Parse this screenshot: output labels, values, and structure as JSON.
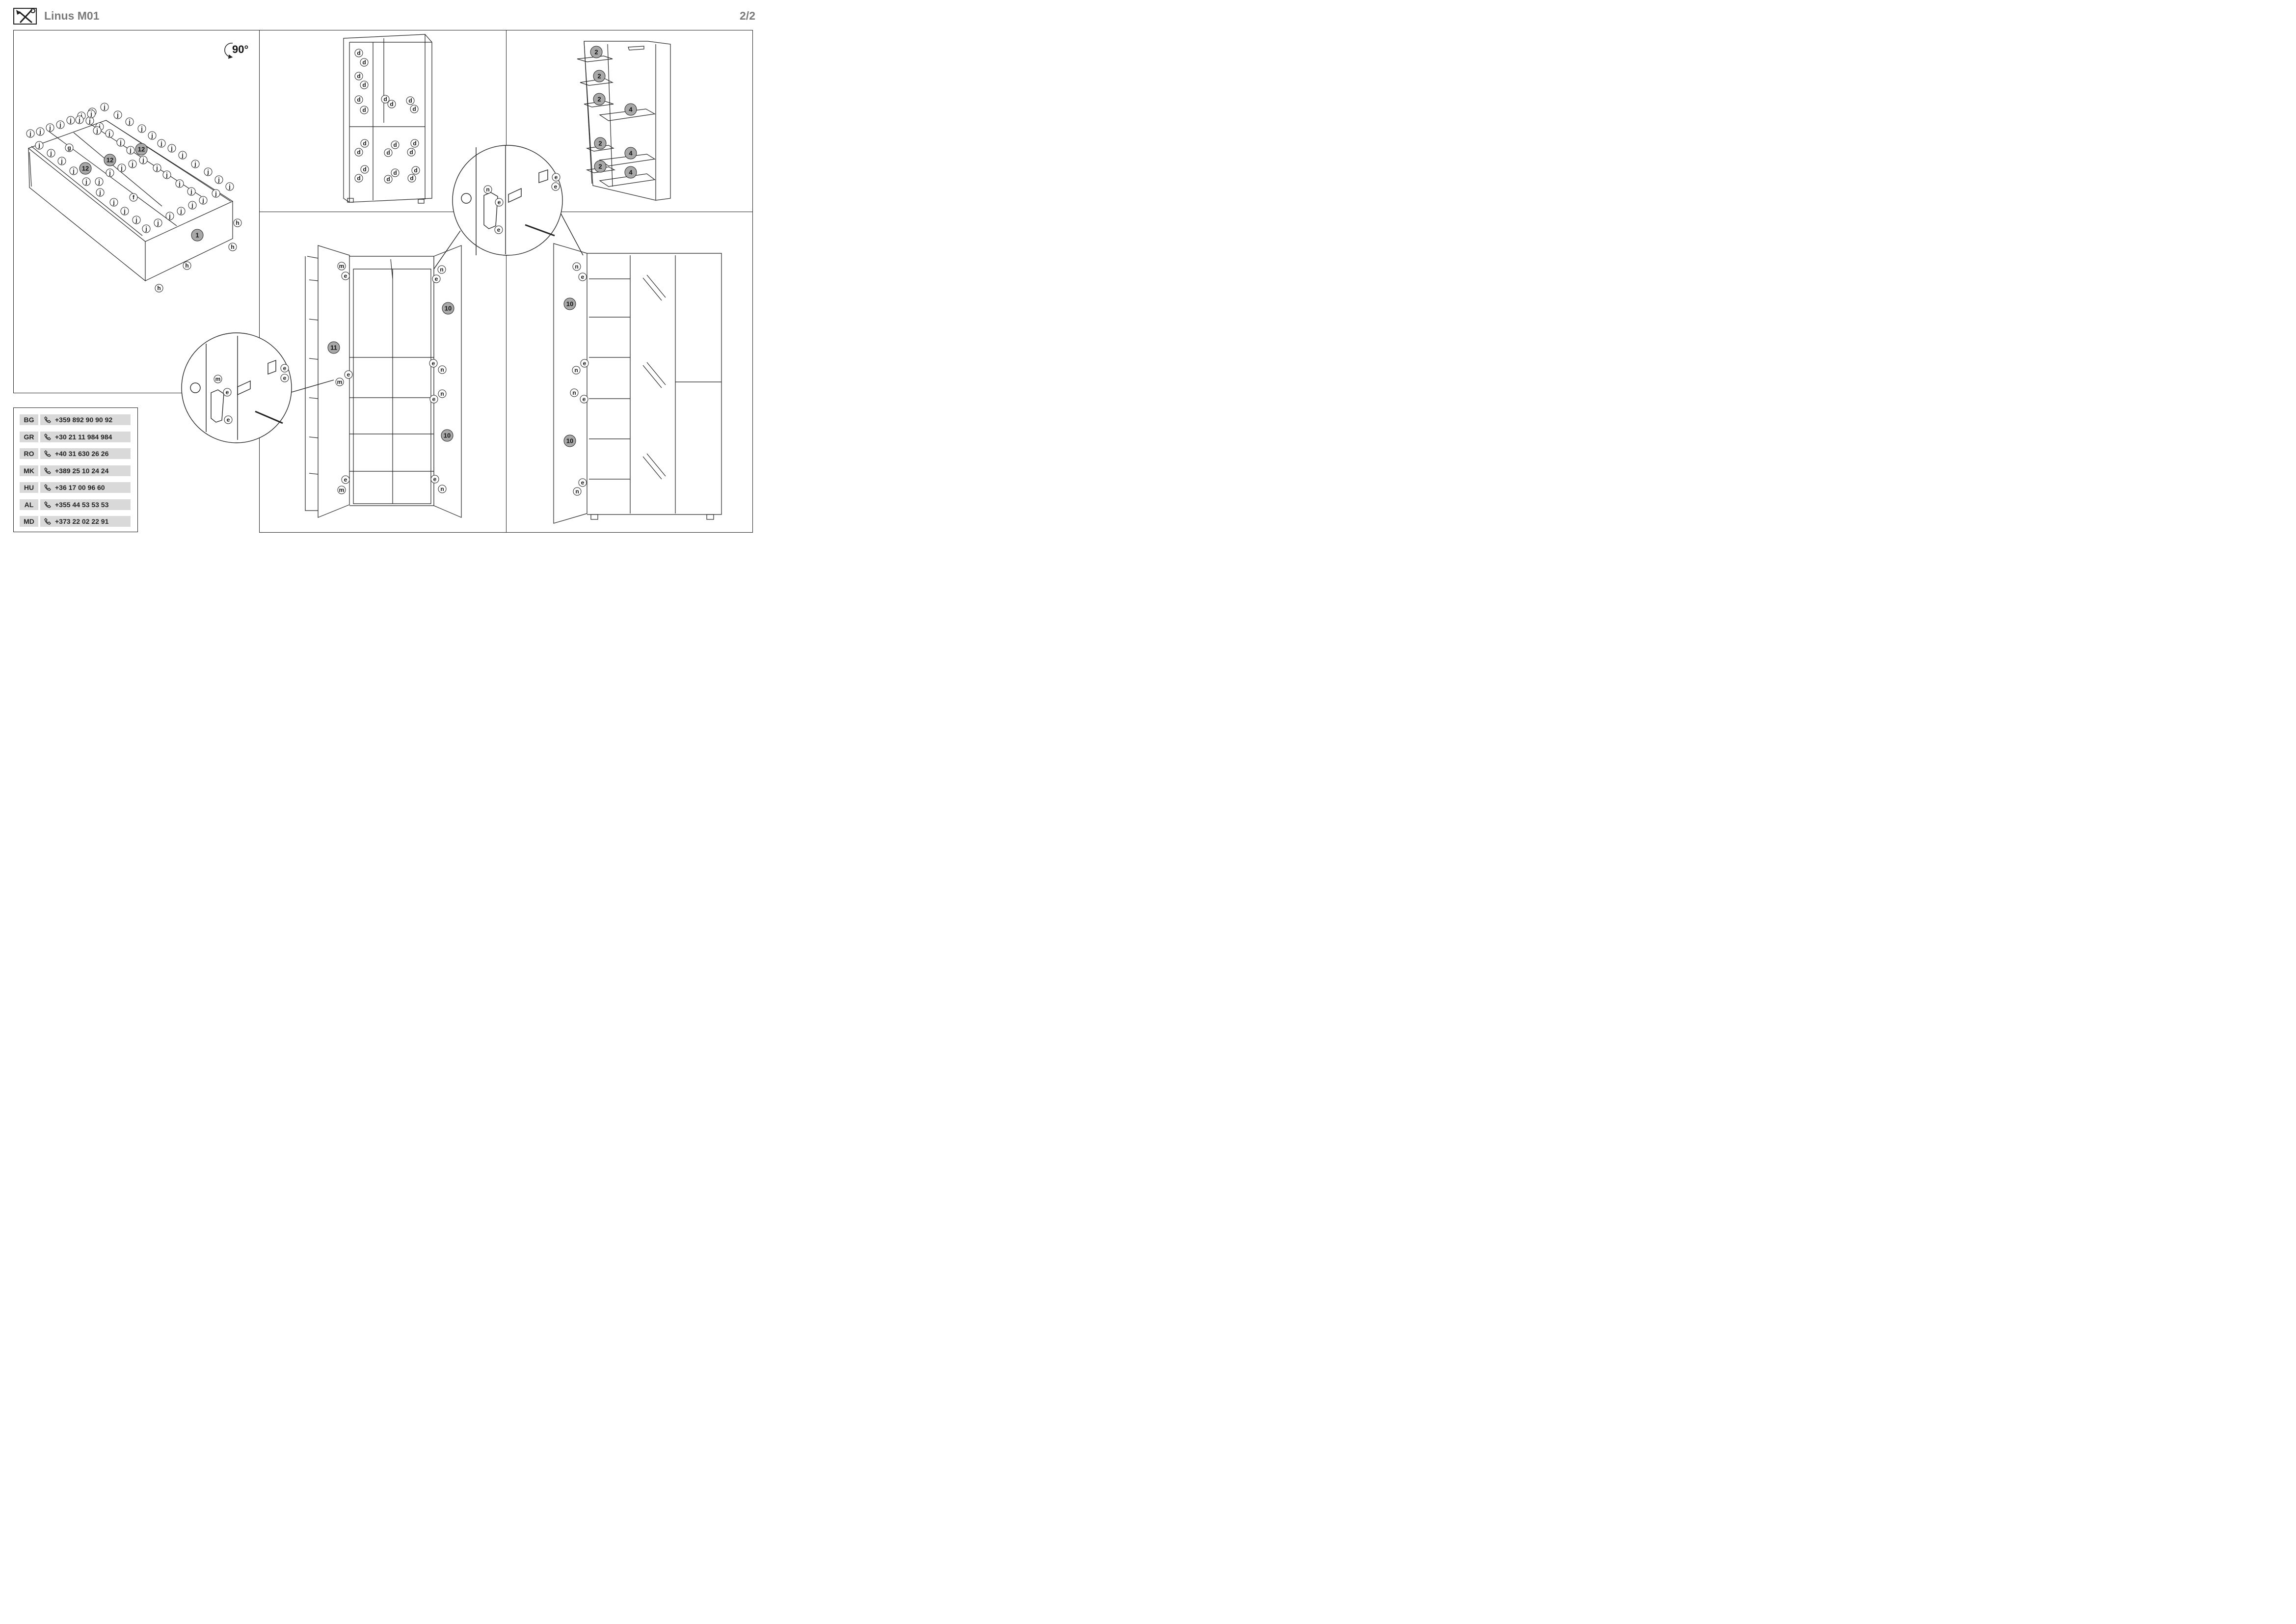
{
  "header": {
    "title": "Linus M01",
    "page": "2/2",
    "icon": "tools-icon"
  },
  "rotation_label": "90°",
  "step1": {
    "part_number": "1",
    "part_numbers_12": [
      "12",
      "12",
      "12"
    ],
    "hardware": {
      "j": "j",
      "g": "g",
      "f": "f",
      "h": "h"
    }
  },
  "step2": {
    "hardware": "d"
  },
  "step3": {
    "part_numbers": [
      "2",
      "2",
      "2",
      "2",
      "2",
      "4",
      "4",
      "4"
    ]
  },
  "step4": {
    "part_numbers": [
      "11",
      "10",
      "10"
    ],
    "hardware": [
      "m",
      "e",
      "n"
    ]
  },
  "step5": {
    "part_numbers": [
      "10",
      "10"
    ],
    "hardware": [
      "n",
      "e"
    ]
  },
  "contacts": [
    {
      "code": "BG",
      "phone": "+359 892 90 90 92"
    },
    {
      "code": "GR",
      "phone": "+30 21 11 984 984"
    },
    {
      "code": "RO",
      "phone": "+40 31 630 26 26"
    },
    {
      "code": "MK",
      "phone": "+389 25 10 24 24"
    },
    {
      "code": "HU",
      "phone": "+36 17 00 96 60"
    },
    {
      "code": "AL",
      "phone": "+355 44 53 53 53"
    },
    {
      "code": "MD",
      "phone": "+373 22 02 22 91"
    }
  ]
}
